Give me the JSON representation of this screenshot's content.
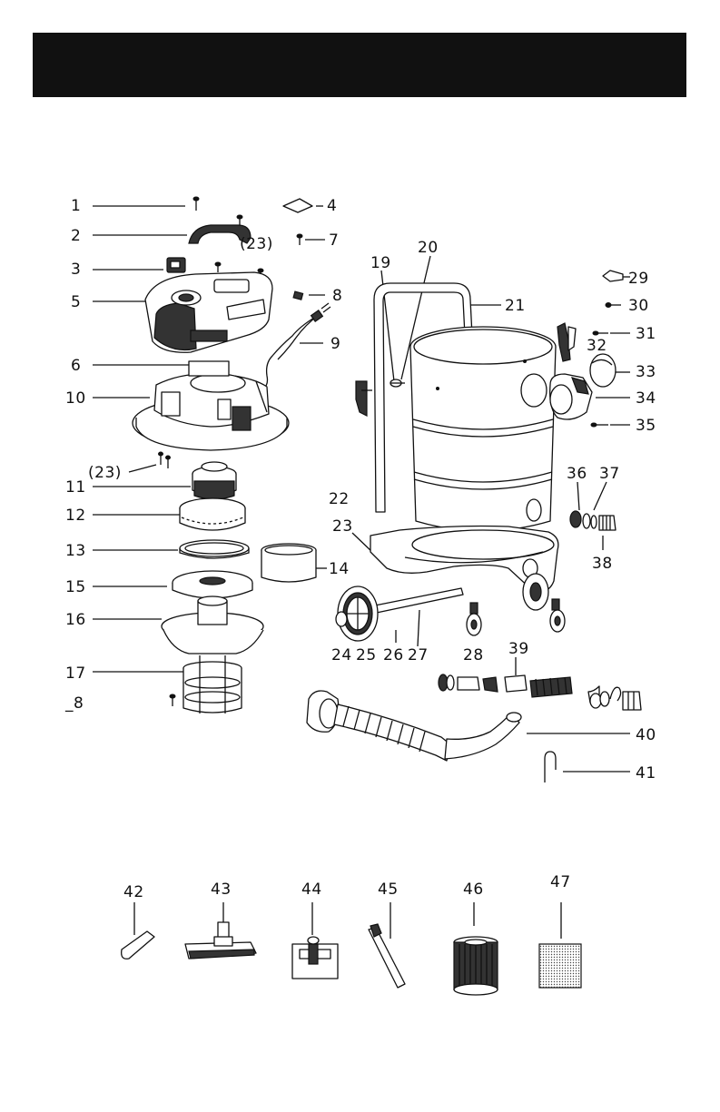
{
  "header": {
    "title": ""
  },
  "callouts": {
    "p1": "1",
    "p2": "2",
    "p3": "3",
    "p4": "4",
    "p5": "5",
    "p6": "6",
    "p7": "7",
    "p8": "8",
    "p9": "9",
    "p10": "10",
    "p11": "11",
    "p12": "12",
    "p13": "13",
    "p14": "14",
    "p15": "15",
    "p16": "16",
    "p17": "17",
    "p18": "_8",
    "p19": "19",
    "p20": "20",
    "p21": "21",
    "p22": "22",
    "p23a": "(23)",
    "p23b": "(23)",
    "p23c": "23",
    "p24": "24",
    "p25": "25",
    "p26": "26",
    "p27": "27",
    "p28": "28",
    "p29": "29",
    "p30": "30",
    "p31": "31",
    "p32": "32",
    "p33": "33",
    "p34": "34",
    "p35": "35",
    "p36": "36",
    "p37": "37",
    "p38": "38",
    "p39": "39",
    "p40": "40",
    "p41": "41",
    "p42": "42",
    "p43": "43",
    "p44": "44",
    "p45": "45",
    "p46": "46",
    "p47": "47"
  }
}
